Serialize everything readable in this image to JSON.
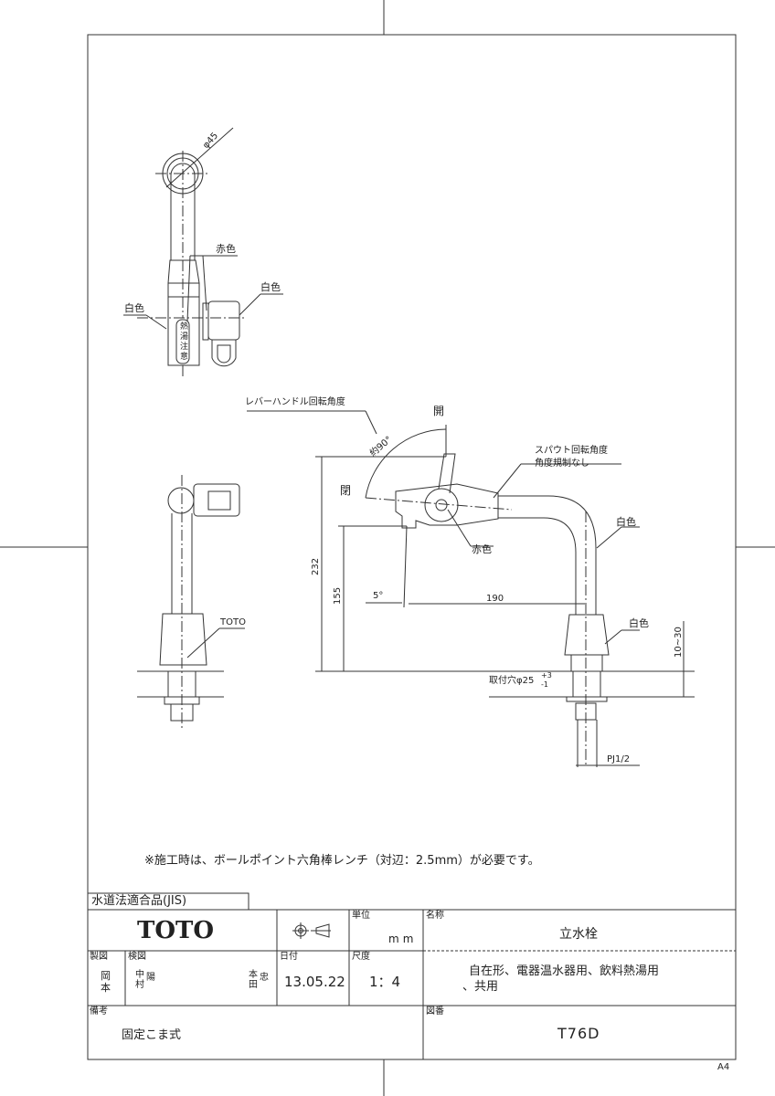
{
  "drawing": {
    "top_view": {
      "diameter_label": "φ45",
      "red_label": "赤色",
      "white_label_left": "白色",
      "white_label_right": "白色",
      "handle_mark": "熱湯注意"
    },
    "front_view": {
      "brand_label": "TOTO"
    },
    "side_view": {
      "lever_angle_label": "レバーハンドル回転角度",
      "angle_value": "約90°",
      "open_label": "開",
      "close_label": "閉",
      "spout_label_line1": "スパウト回転角度",
      "spout_label_line2": "角度規制なし",
      "white_label_spout": "白色",
      "white_label_base": "白色",
      "red_label": "赤色",
      "dim_232": "232",
      "dim_155": "155",
      "dim_190": "190",
      "dim_5deg": "5°",
      "dim_10_30": "10~30",
      "hole_label": "取付穴φ25",
      "hole_tol_plus": "+3",
      "hole_tol_minus": "-1",
      "thread_label": "PJ1/2"
    },
    "note": "※施工時は、ボールポイント六角棒レンチ（対辺：2.5mm）が必要です。"
  },
  "title_block": {
    "jis": "水道法適合品(JIS)",
    "brand": "TOTO",
    "unit_header": "単位",
    "unit_value": "mm",
    "name_header": "名称",
    "name_value": "立水栓",
    "description_line1": "自在形、電器温水器用、飲料熱湯用",
    "description_line2": "、共用",
    "drawn_header": "製図",
    "drawn_value": "岡本",
    "checked_header": "検図",
    "checked_value1": "中村",
    "checked_seal1": "陽",
    "checked_value2": "本田",
    "checked_seal2": "忠",
    "date_header": "日付",
    "date_value": "13.05.22",
    "scale_header": "尺度",
    "scale_value": "1：4",
    "remarks_header": "備考",
    "remarks_value": "固定こま式",
    "drawing_no_header": "図番",
    "drawing_no_value": "T76D"
  },
  "paper_size": "A4"
}
